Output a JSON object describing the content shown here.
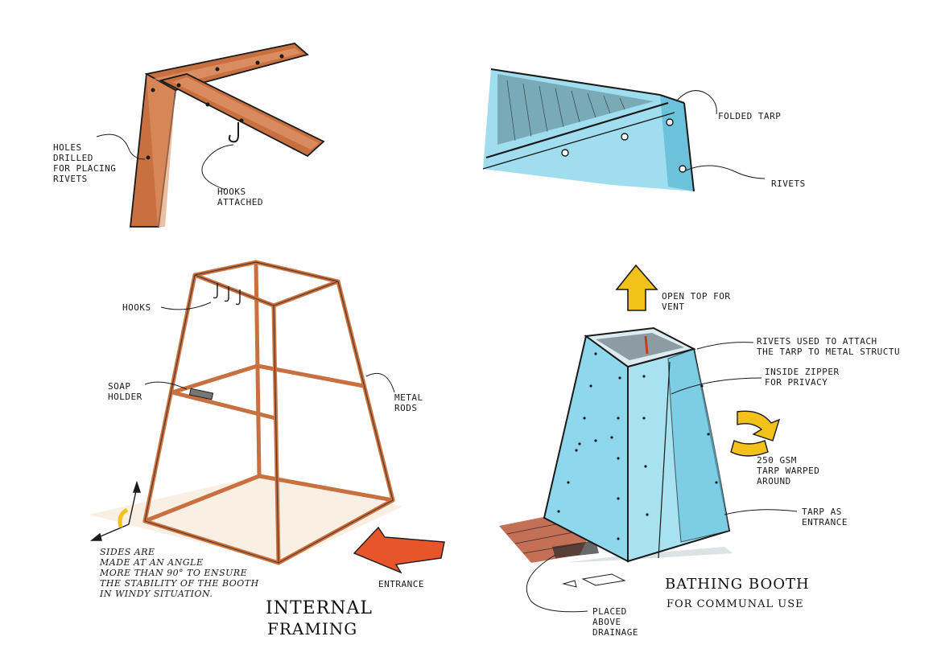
{
  "labels": {
    "holes": "HOLES\nDRILLED\nFOR PLACING\nRIVETS",
    "hooks_attached": "HOOKS\nATTACHED",
    "folded_tarp": "FOLDED TARP",
    "rivets": "RIVETS",
    "hooks": "HOOKS",
    "soap_holder": "SOAP\nHOLDER",
    "metal_rods": "METAL\nRODS",
    "sides_note": "SIDES ARE\nMADE AT AN ANGLE\nMORE THAN 90° TO ENSURE\nTHE STABILITY OF THE BOOTH\nIN WINDY SITUATION.",
    "entrance": "ENTRANCE",
    "internal_framing_1": "INTERNAL",
    "internal_framing_2": "FRAMING",
    "open_top": "OPEN TOP FOR\nVENT",
    "rivets_used": "RIVETS USED TO ATTACH\nTHE TARP TO METAL STRUCTU",
    "inside_zipper": "INSIDE ZIPPER\nFOR PRIVACY",
    "tarp_warped": "250 GSM\nTARP WARPED\nAROUND",
    "tarp_entrance": "TARP AS\nENTRANCE",
    "placed_above": "PLACED\nABOVE\nDRAINAGE",
    "bathing_booth": "BATHING BOOTH",
    "communal_use": "FOR COMMUNAL USE"
  },
  "colors": {
    "frame": "#c8703f",
    "frame_light": "#d9a27d",
    "tarp": "#8fd8ec",
    "tarp_dark": "#5fb9d6",
    "arrow_orange": "#e8552a",
    "arrow_yellow": "#f3c21a",
    "brick": "#b9573a",
    "ink": "#1a1a1a"
  }
}
